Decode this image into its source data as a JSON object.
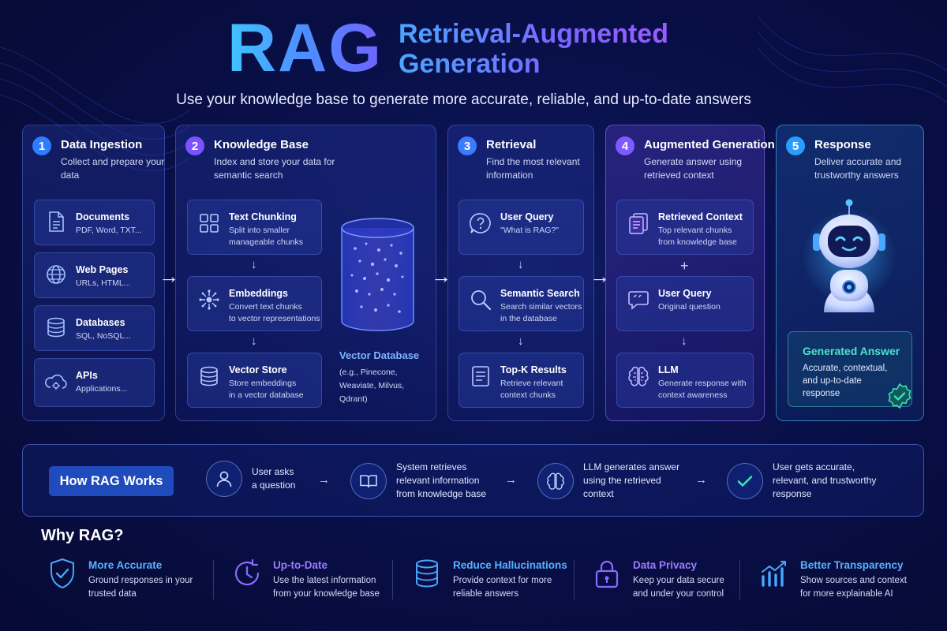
{
  "header": {
    "title": "RAG",
    "subtitle_line1": "Retrieval-Augmented",
    "subtitle_line2": "Generation",
    "tagline": "Use your knowledge base to generate more accurate, reliable, and up-to-date answers"
  },
  "stages": [
    {
      "number": "1",
      "title": "Data Ingestion",
      "desc": "Collect and prepare your data",
      "cards": [
        {
          "title": "Documents",
          "desc": "PDF, Word, TXT..."
        },
        {
          "title": "Web Pages",
          "desc": "URLs, HTML..."
        },
        {
          "title": "Databases",
          "desc": "SQL, NoSQL..."
        },
        {
          "title": "APIs",
          "desc": "Applications..."
        }
      ]
    },
    {
      "number": "2",
      "title": "Knowledge Base",
      "desc": "Index and store your data for semantic search",
      "cards": [
        {
          "title": "Text Chunking",
          "desc1": "Split into smaller",
          "desc2": "manageable chunks"
        },
        {
          "title": "Embeddings",
          "desc1": "Convert text chunks",
          "desc2": "to vector representations"
        },
        {
          "title": "Vector Store",
          "desc1": "Store embeddings",
          "desc2": "in a vector database"
        }
      ],
      "vector_db": {
        "label": "Vector Database",
        "desc": "(e.g., Pinecone, Weaviate, Milvus, Qdrant)"
      }
    },
    {
      "number": "3",
      "title": "Retrieval",
      "desc": "Find the most relevant information",
      "cards": [
        {
          "title": "User Query",
          "desc1": "\"What is RAG?\"",
          "desc2": ""
        },
        {
          "title": "Semantic Search",
          "desc1": "Search similar vectors",
          "desc2": "in the database"
        },
        {
          "title": "Top-K Results",
          "desc1": "Retrieve relevant",
          "desc2": "context chunks"
        }
      ]
    },
    {
      "number": "4",
      "title": "Augmented Generation",
      "desc": "Generate answer using retrieved context",
      "plus": "+",
      "cards": [
        {
          "title": "Retrieved Context",
          "desc1": "Top relevant chunks",
          "desc2": "from knowledge base"
        },
        {
          "title": "User Query",
          "desc1": "Original question",
          "desc2": ""
        },
        {
          "title": "LLM",
          "desc1": "Generate response with",
          "desc2": "context awareness"
        }
      ]
    },
    {
      "number": "5",
      "title": "Response",
      "desc": "Deliver accurate and trustworthy answers",
      "answer": {
        "title": "Generated Answer",
        "desc": "Accurate, contextual, and up-to-date response"
      }
    }
  ],
  "how": {
    "badge": "How RAG Works",
    "steps": [
      {
        "line1": "User asks",
        "line2": "a question",
        "line3": ""
      },
      {
        "line1": "System retrieves",
        "line2": "relevant information",
        "line3": "from knowledge base"
      },
      {
        "line1": "LLM generates answer",
        "line2": "using the retrieved",
        "line3": "context"
      },
      {
        "line1": "User gets accurate,",
        "line2": "relevant, and trustworthy",
        "line3": "response"
      }
    ]
  },
  "why": {
    "title": "Why RAG?",
    "items": [
      {
        "title": "More Accurate",
        "line1": "Ground responses in your",
        "line2": "trusted data"
      },
      {
        "title": "Up-to-Date",
        "line1": "Use the latest information",
        "line2": "from your knowledge base"
      },
      {
        "title": "Reduce Hallucinations",
        "line1": "Provide context for more",
        "line2": "reliable answers"
      },
      {
        "title": "Data Privacy",
        "line1": "Keep your data secure",
        "line2": "and under your control"
      },
      {
        "title": "Better Transparency",
        "line1": "Show sources and context",
        "line2": "for more explainable AI"
      }
    ]
  },
  "colors": {
    "background": "#09104a",
    "accent_blue": "#41c4ff",
    "accent_purple": "#7a52ff",
    "answer_teal": "#4de3c8"
  }
}
